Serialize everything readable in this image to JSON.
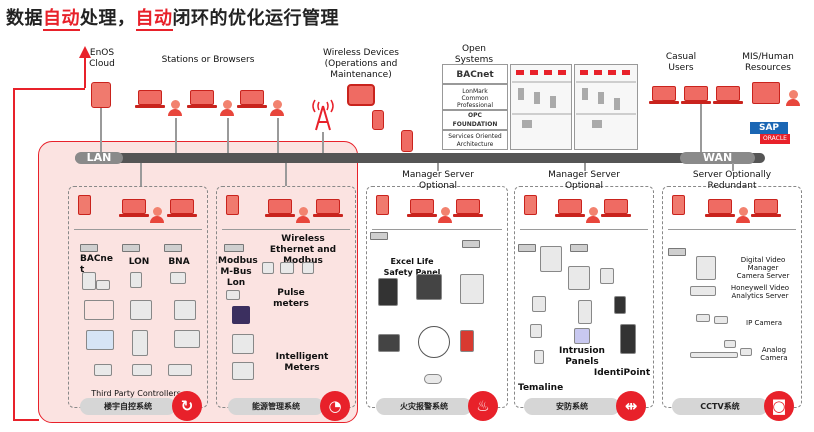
{
  "title": {
    "pre": "数据",
    "hl1": "自动",
    "mid": "处理，",
    "hl2": "自动",
    "post": "闭环的优化运行管理"
  },
  "top_labels": {
    "enos": "EnOS\nCloud",
    "stations": "Stations or Browsers",
    "wireless": "Wireless Devices\n(Operations and\nMaintenance)",
    "open_systems": "Open\nSystems",
    "casual": "Casual\nUsers",
    "mis": "MIS/Human\nResources"
  },
  "logos": {
    "bacnet": "BACnet",
    "lonmark": "LonMark\nCommon\nProfessional",
    "opc": "OPC\nFOUNDATION",
    "soa": "Services Oriented\nArchitecture",
    "sap": "SAP",
    "oracle": "ORACLE"
  },
  "bars": {
    "lan": "LAN",
    "wan": "WAN"
  },
  "groups": {
    "bms": {
      "bacnet": "BACne\nt",
      "lon": "LON",
      "bna": "BNA",
      "third": "Third Party Controllers",
      "footer": "楼宇自控系统"
    },
    "energy": {
      "wireless": "Wireless\nEthernet and Modbus",
      "modbus": "Modbus\nM-Bus\nLon",
      "pulse": "Pulse\nmeters",
      "intelligent": "Intelligent\nMeters",
      "footer": "能源管理系统"
    },
    "fire": {
      "server": "Manager Server\nOptional",
      "excel": "Excel Life\nSafety Panel",
      "footer": "火灾报警系统"
    },
    "security": {
      "server": "Manager Server\nOptional",
      "intrusion": "Intrusion\nPanels",
      "identipoint": "IdentiPoint",
      "temaline": "Temaline",
      "footer": "安防系统"
    },
    "cctv": {
      "server": "Server Optionally\nRedundant",
      "dvm": "Digital Video\nManager\nCamera Server",
      "analytics": "Honeywell Video\nAnalytics Server",
      "ip": "IP Camera",
      "analog": "Analog\nCamera",
      "footer": "CCTV系统"
    }
  },
  "colors": {
    "accent": "#e8212a",
    "panel": "#fbe3e1",
    "bar": "#8a8a8a"
  }
}
